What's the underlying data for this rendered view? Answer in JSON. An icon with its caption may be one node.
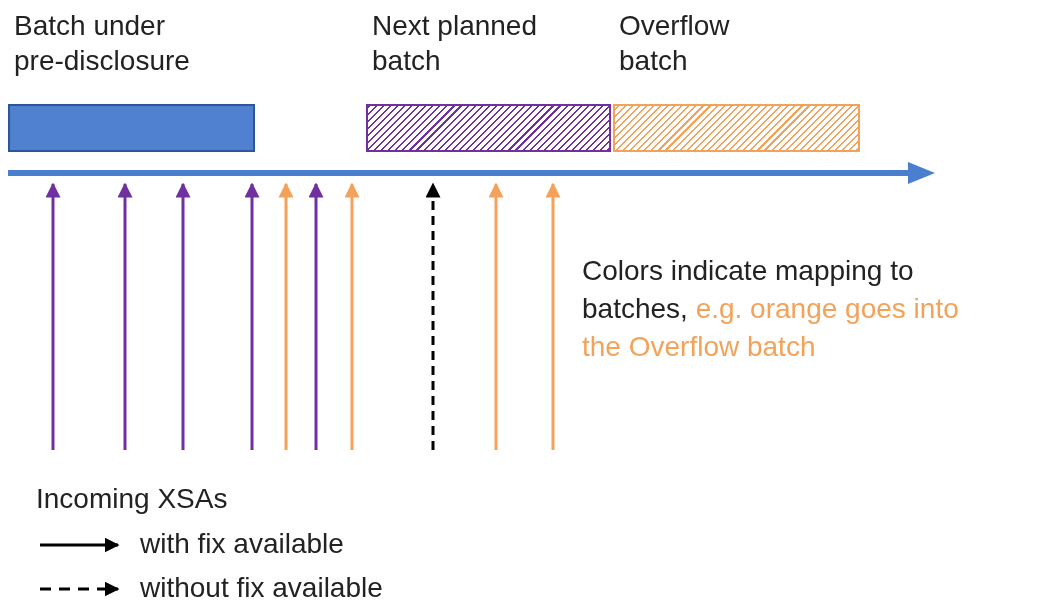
{
  "diagram": {
    "nodes": [
      {
        "text": [
          "Batch under pre-disclosure"
        ]
      },
      {
        "text": [
          "Next planned batch"
        ]
      },
      {
        "text": [
          "Overflow batch"
        ]
      },
      {
        "text": [],
        "shape": "arrow"
      }
    ],
    "edges": [
      {
        "from": null,
        "to": 3,
        "arrow": "to"
      },
      {
        "from": null,
        "to": 3,
        "arrow": "to"
      },
      {
        "from": null,
        "to": 3,
        "arrow": "to"
      },
      {
        "from": null,
        "to": 3,
        "arrow": "to"
      },
      {
        "from": null,
        "to": 3,
        "arrow": "to",
        "color": "#f4a259"
      },
      {
        "from": null,
        "to": 3,
        "arrow": "to"
      },
      {
        "from": null,
        "to": 3,
        "arrow": "to",
        "color": "#f4a259"
      },
      {
        "from": null,
        "to": 3,
        "arrow": "to",
        "style": "dashed",
        "color": "#000000"
      },
      {
        "from": null,
        "to": 3,
        "arrow": "to",
        "color": "#f4a259"
      },
      {
        "from": null,
        "to": 3,
        "arrow": "to",
        "color": "#f4a259"
      }
    ],
    "labels": [
      "Colors indicate mapping to batches,",
      "e.g. orange goes into the Overflow batch",
      "Incoming XSAs"
    ],
    "legend": [
      {
        "text": "with fix available"
      },
      {
        "text": "without fix available"
      }
    ]
  }
}
